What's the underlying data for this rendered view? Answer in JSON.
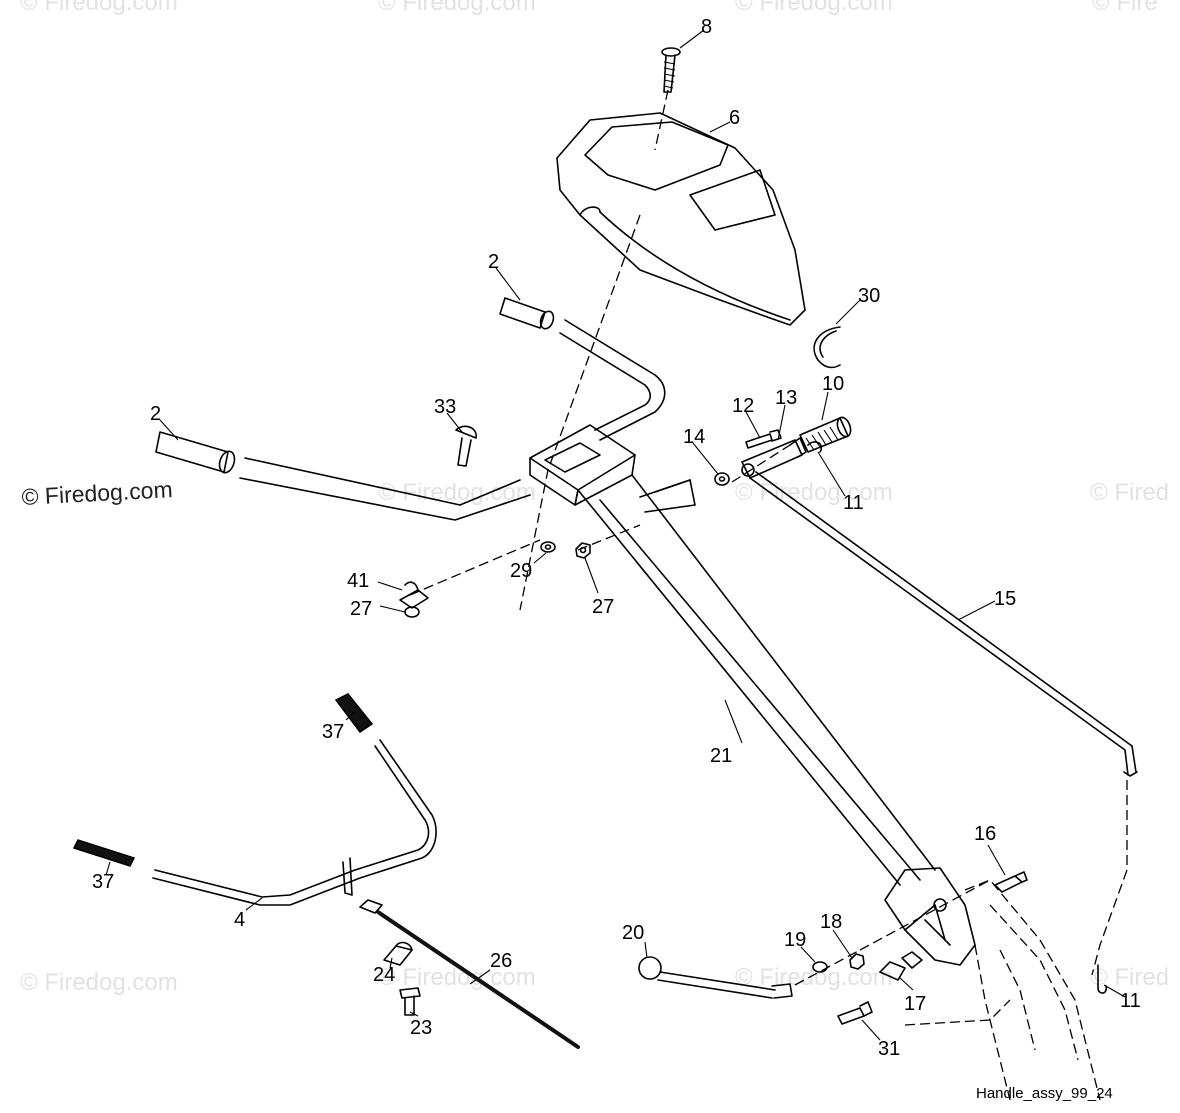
{
  "watermarks": {
    "main": "© Firedog.com",
    "faded": "© Firedog.com",
    "faded_short": "© Fired",
    "faded_top": "© Firedog.com",
    "faded_top_short": "© Fire"
  },
  "caption": "Handle_assy_99_24",
  "callouts": {
    "c1": "8",
    "c2": "6",
    "c3": "2",
    "c4": "30",
    "c5": "2",
    "c6": "33",
    "c7": "10",
    "c8": "12",
    "c9": "13",
    "c10": "14",
    "c11": "11",
    "c12": "41",
    "c13": "29",
    "c14": "27",
    "c15": "27",
    "c16": "15",
    "c17": "37",
    "c18": "21",
    "c19": "16",
    "c20": "37",
    "c21": "4",
    "c22": "20",
    "c23": "19",
    "c24": "18",
    "c25": "26",
    "c26": "24",
    "c27": "17",
    "c28": "11",
    "c29": "23",
    "c30": "31"
  }
}
